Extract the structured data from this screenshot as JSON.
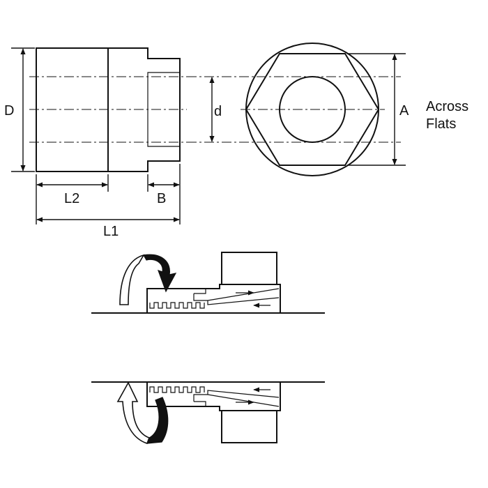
{
  "labels": {
    "D": "D",
    "d": "d",
    "L2": "L2",
    "B": "B",
    "L1": "L1",
    "A": "A",
    "across": "Across",
    "flats": "Flats"
  },
  "colors": {
    "ink": "#111111",
    "paper": "#ffffff"
  }
}
